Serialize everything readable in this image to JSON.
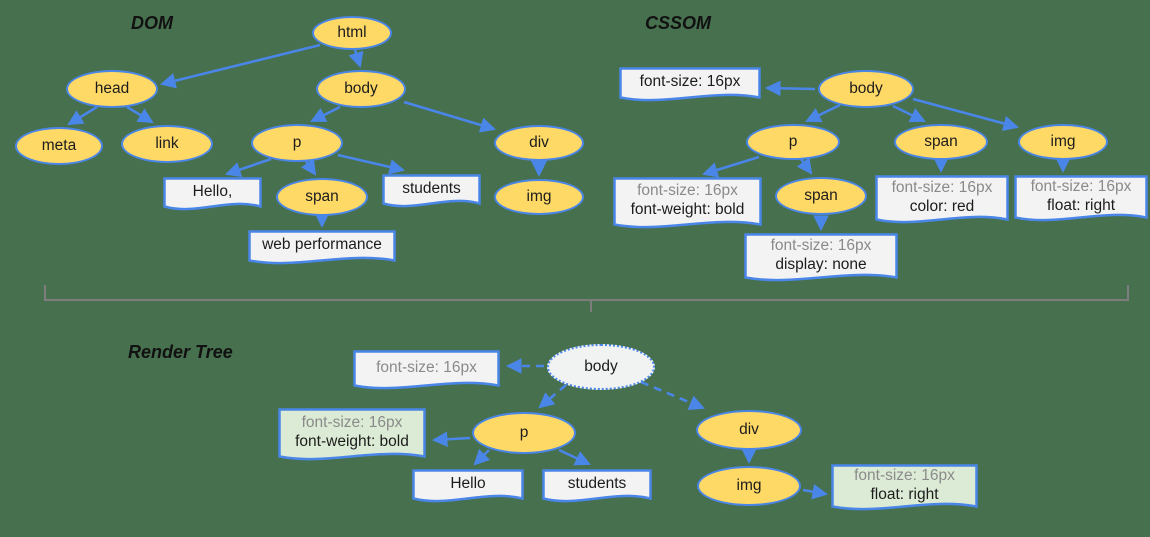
{
  "colors": {
    "background": "#47704F",
    "node_fill": "#FFD966",
    "node_stroke": "#4A86E8",
    "box_fill": "#F3F3F3",
    "box_fill_green": "#DCEBD5",
    "render_body_fill": "#F1F3F3",
    "arrow": "#4A86E8",
    "bracket": "#7D7D7D",
    "muted_text": "#8A8A8A",
    "text": "#1C1C1C"
  },
  "dom": {
    "title": "DOM",
    "nodes": {
      "html": "html",
      "head": "head",
      "body": "body",
      "meta": "meta",
      "link": "link",
      "p": "p",
      "span": "span",
      "div": "div",
      "img": "img"
    },
    "text_nodes": {
      "hello": "Hello,",
      "students": "students",
      "web_performance": "web performance"
    }
  },
  "cssom": {
    "title": "CSSOM",
    "nodes": {
      "body": "body",
      "p": "p",
      "span_in_body": "span",
      "img": "img",
      "span_in_p": "span"
    },
    "rules": {
      "body": {
        "line1": "font-size: 16px"
      },
      "p": {
        "line1": "font-size: 16px",
        "line2": "font-weight: bold"
      },
      "span_in_p": {
        "line1": "font-size: 16px",
        "line2": "display: none"
      },
      "span_in_body": {
        "line1": "font-size: 16px",
        "line2": "color: red"
      },
      "img": {
        "line1": "font-size: 16px",
        "line2": "float: right"
      }
    }
  },
  "render_tree": {
    "title": "Render Tree",
    "nodes": {
      "body": "body",
      "p": "p",
      "div": "div",
      "img": "img"
    },
    "rules": {
      "body": {
        "line1": "font-size: 16px"
      },
      "p": {
        "line1": "font-size: 16px",
        "line2": "font-weight: bold"
      },
      "img": {
        "line1": "font-size: 16px",
        "line2": "float: right"
      }
    },
    "text_nodes": {
      "hello": "Hello",
      "students": "students"
    }
  }
}
